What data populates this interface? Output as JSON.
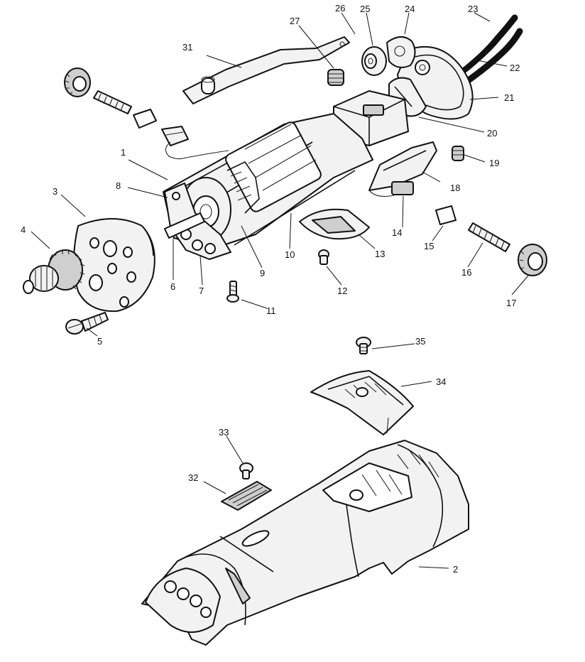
{
  "callouts": [
    {
      "id": "c1",
      "text": "1"
    },
    {
      "id": "c2",
      "text": "2"
    },
    {
      "id": "c3",
      "text": "3"
    },
    {
      "id": "c4",
      "text": "4"
    },
    {
      "id": "c5",
      "text": "5"
    },
    {
      "id": "c6",
      "text": "6"
    },
    {
      "id": "c7",
      "text": "7"
    },
    {
      "id": "c8",
      "text": "8"
    },
    {
      "id": "c9",
      "text": "9"
    },
    {
      "id": "c10",
      "text": "10"
    },
    {
      "id": "c11",
      "text": "11"
    },
    {
      "id": "c12",
      "text": "12"
    },
    {
      "id": "c13",
      "text": "13"
    },
    {
      "id": "c14",
      "text": "14"
    },
    {
      "id": "c15",
      "text": "15"
    },
    {
      "id": "c16",
      "text": "16"
    },
    {
      "id": "c17",
      "text": "17"
    },
    {
      "id": "c18",
      "text": "18"
    },
    {
      "id": "c19",
      "text": "19"
    },
    {
      "id": "c20",
      "text": "20"
    },
    {
      "id": "c21",
      "text": "21"
    },
    {
      "id": "c22",
      "text": "22"
    },
    {
      "id": "c23",
      "text": "23"
    },
    {
      "id": "c24",
      "text": "24"
    },
    {
      "id": "c25",
      "text": "25"
    },
    {
      "id": "c26",
      "text": "26"
    },
    {
      "id": "c27",
      "text": "27"
    },
    {
      "id": "c31",
      "text": "31"
    },
    {
      "id": "c32",
      "text": "32"
    },
    {
      "id": "c33",
      "text": "33"
    },
    {
      "id": "c34",
      "text": "34"
    },
    {
      "id": "c35",
      "text": "35"
    }
  ]
}
